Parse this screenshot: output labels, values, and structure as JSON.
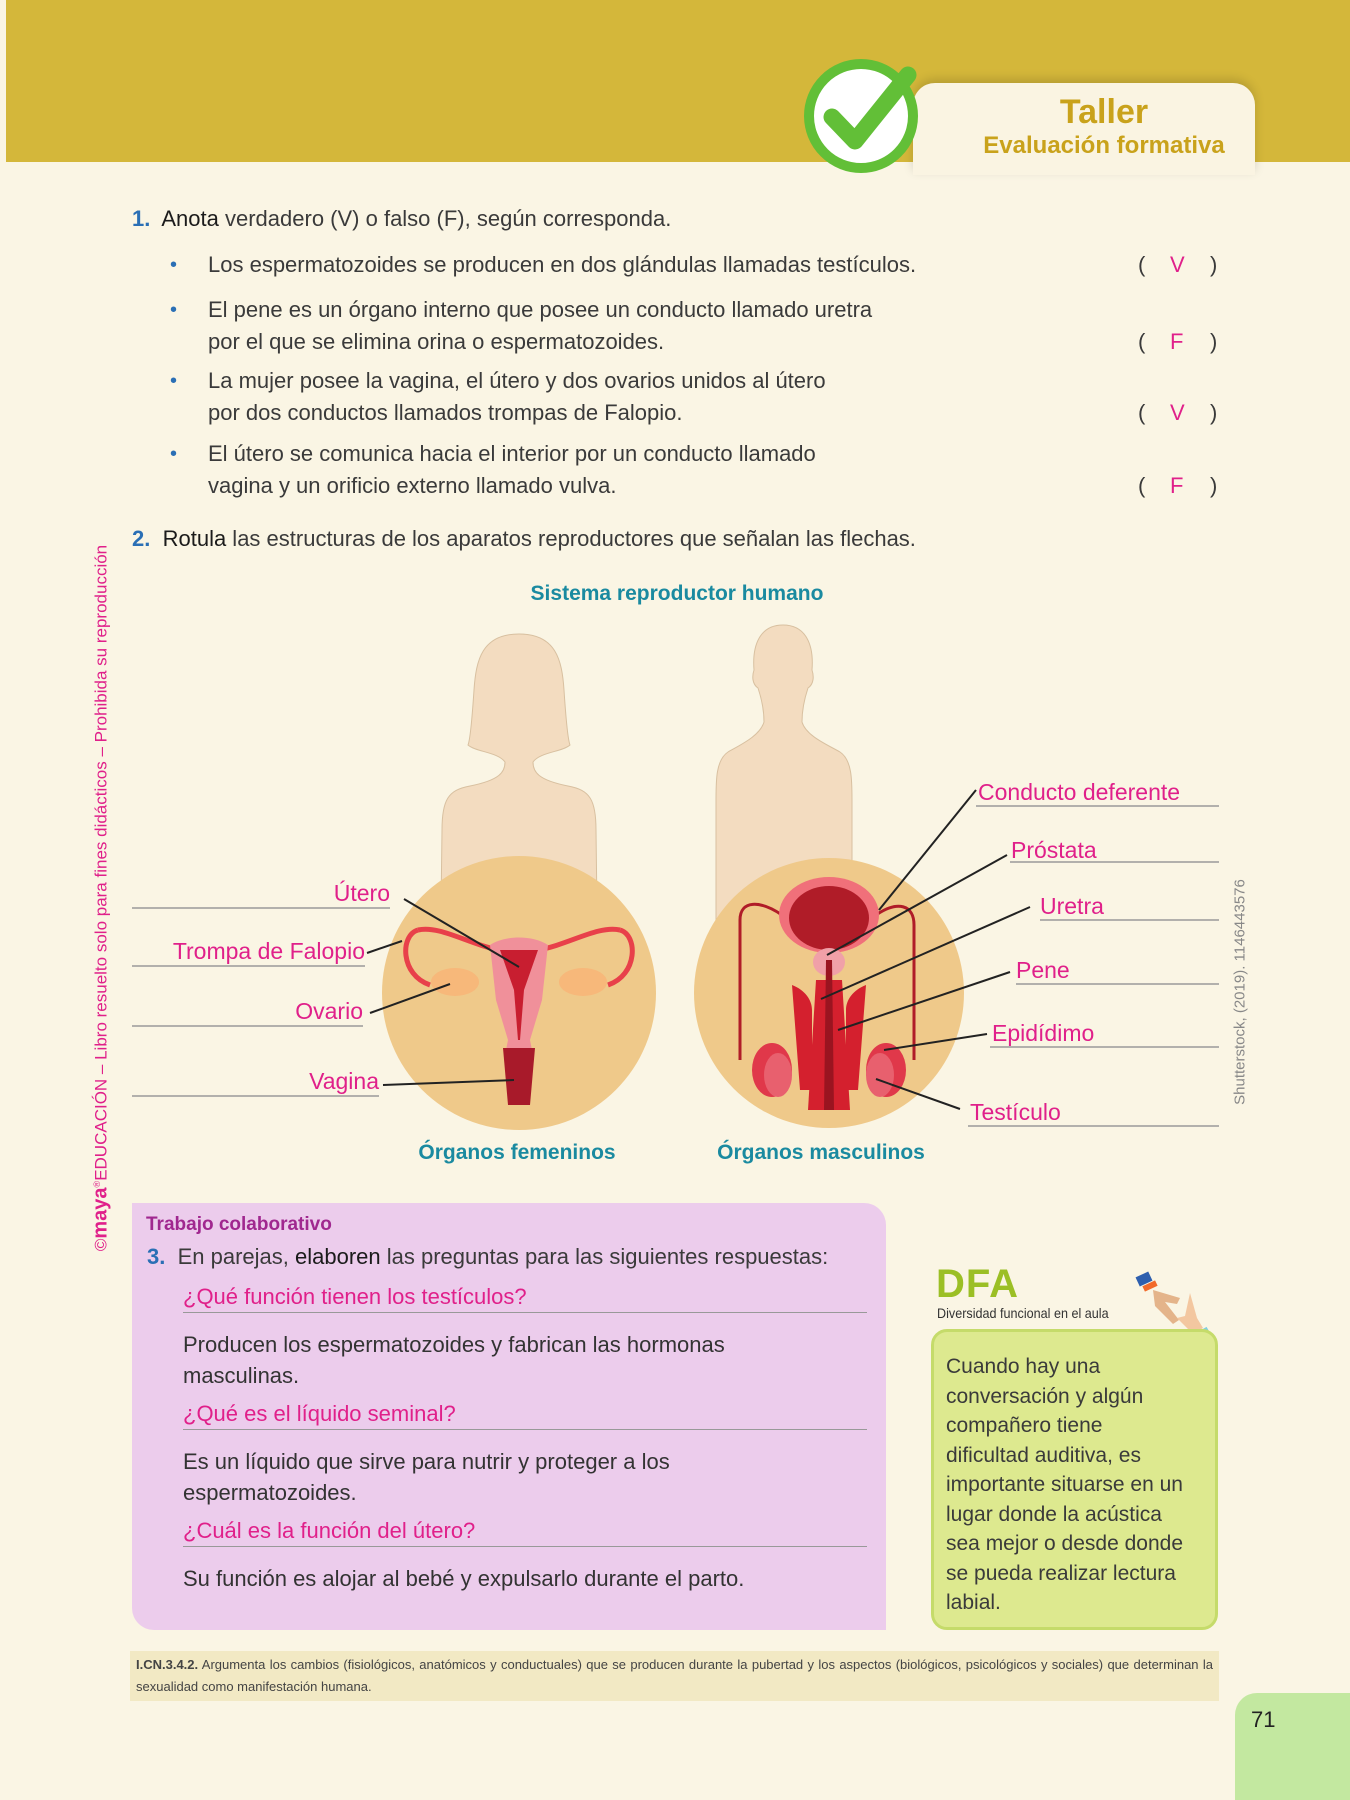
{
  "header": {
    "title": "Taller",
    "subtitle": "Evaluación formativa",
    "icon": "check-icon",
    "accent": "#d4b73a"
  },
  "side_note": {
    "brand": "maya",
    "text": "EDUCACIÓN – Libro resuelto solo para fines didácticos – Prohibida su reproducción",
    "copyright": "©"
  },
  "q1": {
    "number": "1.",
    "verb": "Anota",
    "rest": " verdadero (V) o falso (F), según corresponda.",
    "items": [
      {
        "lines": [
          "Los espermatozoides se producen en dos glándulas llamadas testículos."
        ],
        "answer": "V"
      },
      {
        "lines": [
          "El pene es un órgano interno que posee un conducto llamado uretra",
          "por el que se elimina orina o espermatozoides."
        ],
        "answer": "F"
      },
      {
        "lines": [
          "La mujer posee la vagina, el útero y dos ovarios unidos al útero",
          "por dos conductos llamados trompas de Falopio."
        ],
        "answer": "V"
      },
      {
        "lines": [
          "El útero se comunica hacia el interior por un conducto llamado",
          "vagina y un orificio externo llamado vulva."
        ],
        "answer": "F"
      }
    ],
    "open_paren": "(",
    "close_paren": ")"
  },
  "q2": {
    "number": "2.",
    "verb": "Rotula",
    "rest": " las estructuras de los aparatos reproductores que señalan las flechas."
  },
  "diagram": {
    "title": "Sistema reproductor humano",
    "female": {
      "caption": "Órganos femeninos",
      "labels": [
        "Útero",
        "Trompa de Falopio",
        "Ovario",
        "Vagina"
      ]
    },
    "male": {
      "caption": "Órganos masculinos",
      "labels": [
        "Conducto deferente",
        "Próstata",
        "Uretra",
        "Pene",
        "Epidídimo",
        "Testículo"
      ]
    },
    "credit": "Shutterstock, (2019). 1146443576"
  },
  "collab": {
    "heading": "Trabajo colaborativo",
    "number": "3.",
    "pre": "En parejas, ",
    "verb": "elaboren",
    "rest": " las preguntas para las siguientes respuestas:",
    "qa": [
      {
        "q": "¿Qué función tienen los testículos?",
        "a": [
          "Producen los espermatozoides y fabrican las hormonas",
          "masculinas."
        ]
      },
      {
        "q": "¿Qué es el líquido seminal?",
        "a": [
          "Es un líquido que sirve para nutrir y proteger a los",
          "espermatozoides."
        ]
      },
      {
        "q": "¿Cuál es la función del útero?",
        "a": [
          "Su función es alojar al bebé y expulsarlo durante el parto."
        ]
      }
    ]
  },
  "dfa": {
    "title": "DFA",
    "subtitle": "Diversidad funcional en el aula",
    "lines": [
      "Cuando hay una",
      "conversación y algún",
      "compañero tiene",
      "dificultad auditiva, es",
      "importante situarse en un",
      "lugar donde la acústica",
      "sea mejor o desde donde",
      "se pueda realizar lectura",
      "labial."
    ]
  },
  "footer": {
    "code": "I.CN.3.4.2.",
    "text": " Argumenta los cambios (fisiológicos, anatómicos y conductuales) que se producen durante la pubertad y los aspectos (biológicos, psicológicos y sociales) que determinan la sexualidad como manifestación humana."
  },
  "page_number": "71"
}
